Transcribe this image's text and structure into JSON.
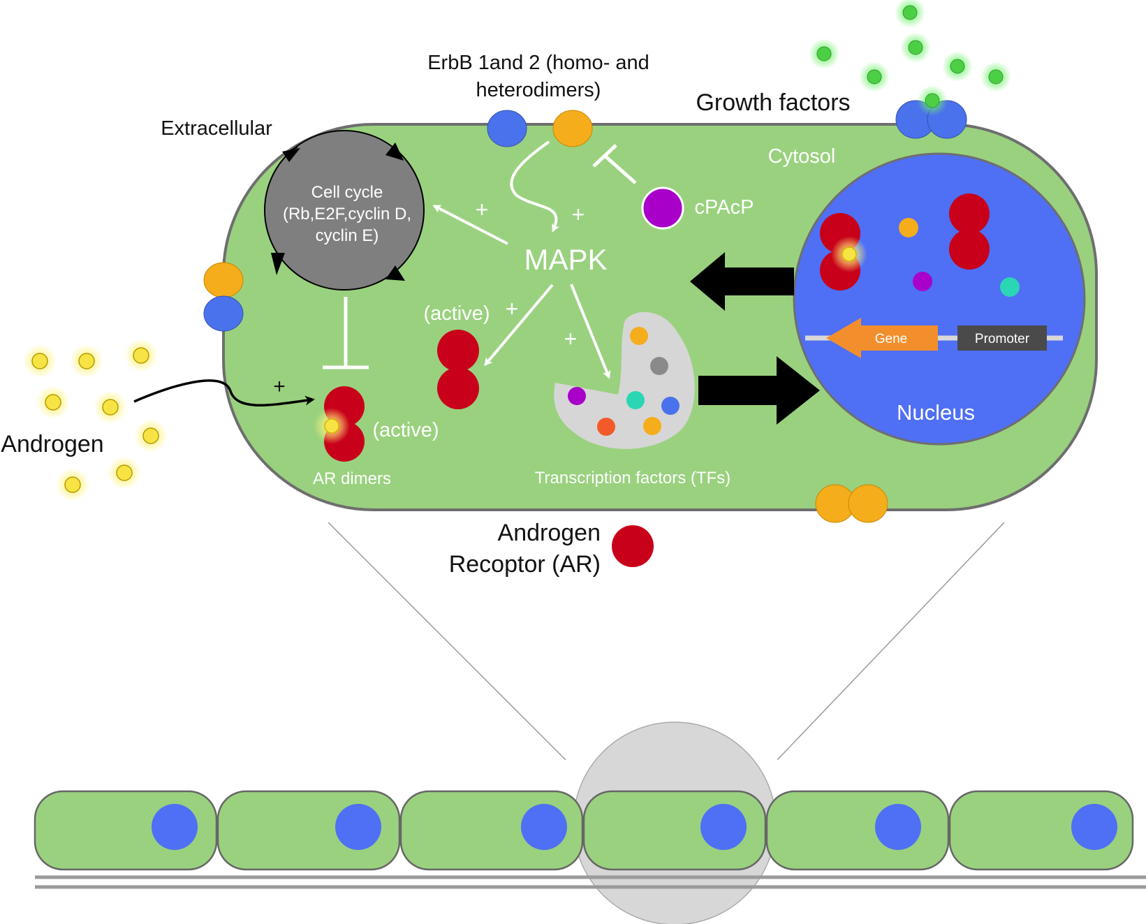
{
  "labels": {
    "erbb_line1": "ErbB 1and 2 (homo- and",
    "erbb_line2": "heterodimers)",
    "growth_factors": "Growth factors",
    "extracellular": "Extracellular",
    "cytosol": "Cytosol",
    "cell_cycle_line1": "Cell cycle",
    "cell_cycle_line2": "(Rb,E2F,cyclin D,",
    "cell_cycle_line3": "cyclin E)",
    "cpacp": "cPAcP",
    "mapk": "MAPK",
    "active_ar": "(active)",
    "active_dimer": "(active)",
    "ar_dimers": "AR dimers",
    "androgen": "Androgen",
    "tfs": "Transcription factors (TFs)",
    "nucleus": "Nucleus",
    "gene": "Gene",
    "promoter": "Promoter",
    "ar_line1": "Androgen",
    "ar_line2": "Recoptor (AR)",
    "plus_cell_cycle": "+",
    "plus_mapk_erbb": "+",
    "plus_active_ar": "+",
    "plus_tfs": "+",
    "plus_androgen": "+"
  },
  "colors": {
    "cytosol_green": "#9ad17f",
    "membrane_gray": "#6e6e6e",
    "nucleus_blue": "#4f6ff5",
    "receptor_blue": "#4a72ec",
    "receptor_orange": "#f6ad1b",
    "ar_red": "#c8001a",
    "cpacp_purple": "#a800c8",
    "androgen_yellow": "#f7e444",
    "growth_factor_green": "#4ccf45",
    "cell_cycle_gray": "#7f7f7f",
    "tf_panel_gray": "#d6d6d6",
    "gene_orange": "#f28f2c",
    "promoter_dark": "#4a4a4a",
    "tf_teal": "#2ad6b3",
    "tf_orange_red": "#f25a2a",
    "tf_gray": "#8a8a8a"
  },
  "tissue": {
    "cell_count": 6,
    "highlighted_cell_index": 4
  }
}
